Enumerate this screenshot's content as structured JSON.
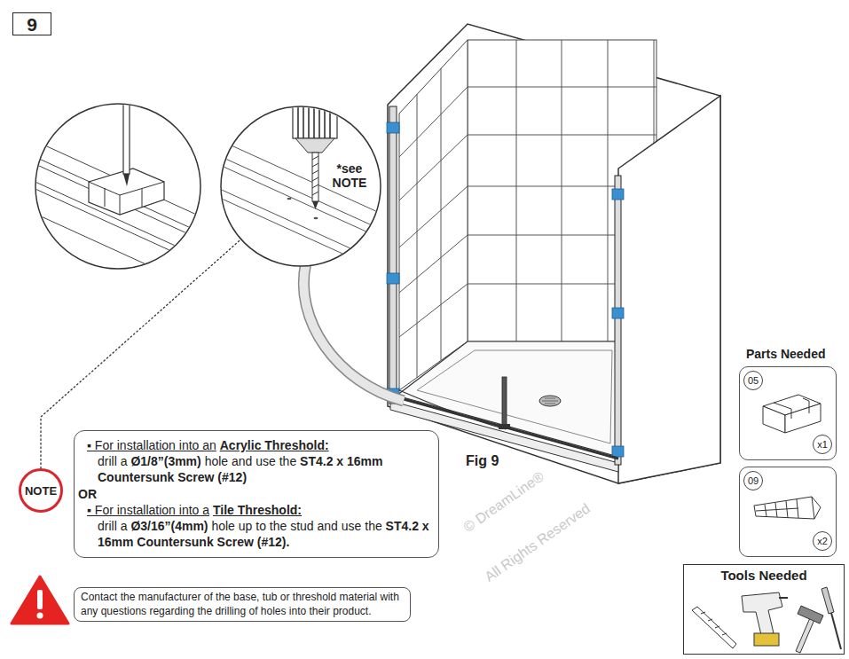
{
  "diagram": {
    "nodes": [
      {
        "text": [
          "9"
        ]
      },
      {
        "text": [
          "*see NOTE"
        ]
      },
      {
        "text": [
          "NOTE"
        ]
      },
      {
        "text": [
          "▪ For installation into an",
          "Acrylic Threshold:",
          "drill a",
          "Ø1/8”(3mm)",
          "hole and use the",
          "ST4.2 x 16mm Countersunk Screw (#12)",
          "OR",
          "▪ For installation into a",
          "Tile Threshold:",
          "drill a",
          "Ø3/16”(4mm)",
          "hole up to the stud and use the",
          "ST4.2 x 16mm Countersunk Screw (#12)."
        ]
      },
      {
        "text": [
          "Contact the manufacturer of the base, tub or threshold material with any questions regarding the drilling of holes into their product."
        ]
      },
      {
        "text": [
          "05",
          "x1"
        ]
      },
      {
        "text": [
          "09",
          "x2"
        ]
      },
      {
        "text": [
          "Tools Needed"
        ]
      }
    ],
    "edges": [
      {
        "from": 2,
        "to": 1,
        "arrow": "none"
      }
    ],
    "labels": [
      "Fig 9",
      "Parts Needed",
      "© DreamLine®",
      "All Rights Reserved"
    ]
  }
}
